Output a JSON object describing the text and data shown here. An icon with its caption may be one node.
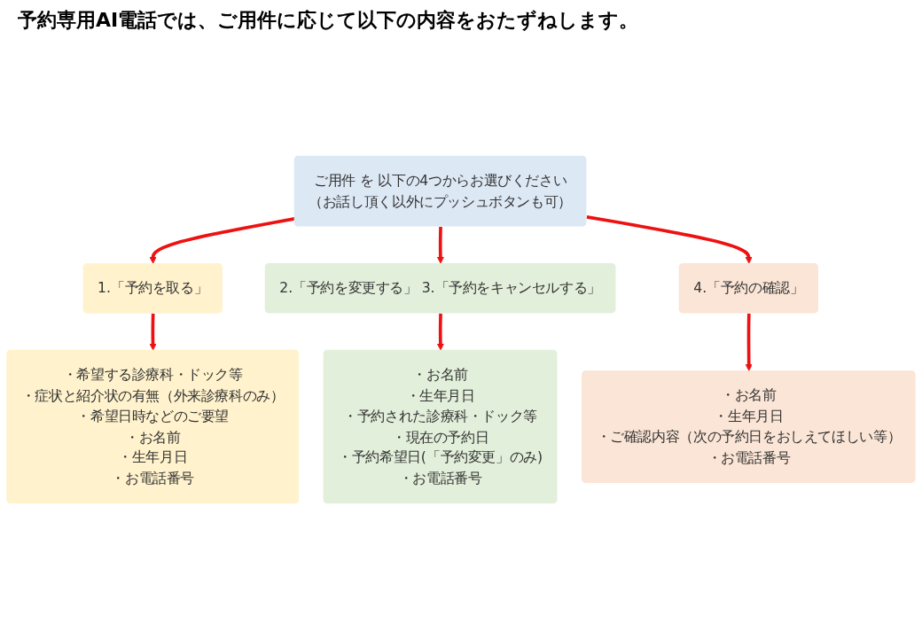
{
  "diagram": {
    "title": "予約専用AI電話では、ご用件に応じて以下の内容をおたずねします。",
    "nodes": [
      {
        "text": [
          "ご用件 を 以下の4つからお選びください",
          "（お話し頂く以外にプッシュボタンも可）"
        ]
      },
      {
        "text": [
          "1.「予約を取る」"
        ]
      },
      {
        "text": [
          "2.「予約を変更する」 3.「予約をキャンセルする」"
        ]
      },
      {
        "text": [
          "4.「予約の確認」"
        ]
      },
      {
        "text": [
          "・希望する診療科・ドック等",
          "・症状と紹介状の有無（外来診療科のみ）",
          "・希望日時などのご要望",
          "・お名前",
          "・生年月日",
          "・お電話番号"
        ]
      },
      {
        "text": [
          "・お名前",
          "・生年月日",
          "・予約された診療科・ドック等",
          "・現在の予約日",
          "・予約希望日(「予約変更」のみ)",
          "・お電話番号"
        ]
      },
      {
        "text": [
          "・お名前",
          "・生年月日",
          "・ご確認内容（次の予約日をおしえてほしい等）",
          "・お電話番号"
        ]
      }
    ],
    "edges": [
      {
        "from": 0,
        "to": 1,
        "arrow": "to"
      },
      {
        "from": 0,
        "to": 2,
        "arrow": "to"
      },
      {
        "from": 0,
        "to": 3,
        "arrow": "to"
      },
      {
        "from": 1,
        "to": 4,
        "arrow": "to"
      },
      {
        "from": 2,
        "to": 5,
        "arrow": "to"
      },
      {
        "from": 3,
        "to": 6,
        "arrow": "to"
      }
    ]
  }
}
